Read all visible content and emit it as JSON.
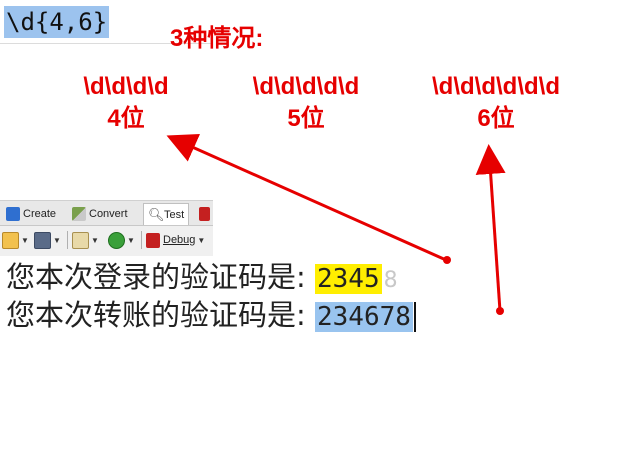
{
  "regex": {
    "pattern": "\\d{4,6}"
  },
  "annotation": {
    "heading": "3种情况:",
    "cases": [
      {
        "pattern": "\\d\\d\\d\\d",
        "count": "4位"
      },
      {
        "pattern": "\\d\\d\\d\\d\\d",
        "count": "5位"
      },
      {
        "pattern": "\\d\\d\\d\\d\\d\\d",
        "count": "6位"
      }
    ]
  },
  "toolbar": {
    "tabs": [
      {
        "label": "Create",
        "icon": "create-icon"
      },
      {
        "label": "Convert",
        "icon": "convert-icon"
      },
      {
        "label": "Test",
        "icon": "magnifier-icon"
      }
    ],
    "debug_label": "Debug"
  },
  "sample_text": {
    "line1_prefix": "您本次登录的验证码是:",
    "line1_code": "2345",
    "line1_faint": "8",
    "line2_prefix": "您本次转账的验证码是:",
    "line2_code": "234678"
  },
  "colors": {
    "annotation_red": "#e60000",
    "highlight_yellow": "#ffee00",
    "highlight_blue": "#99c4ef"
  }
}
